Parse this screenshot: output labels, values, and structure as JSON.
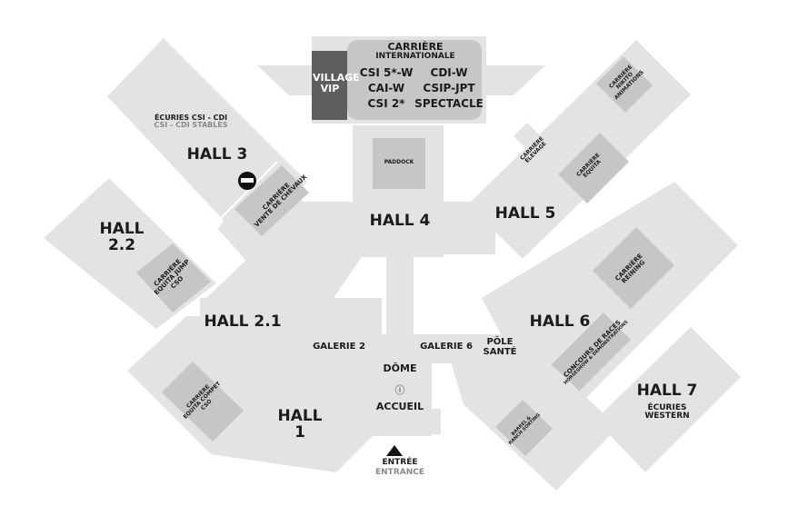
{
  "halls": {
    "hall_3": "HALL 3",
    "hall_2_2_line1": "HALL",
    "hall_2_2_line2": "2.2",
    "hall_4": "HALL 4",
    "hall_5": "HALL 5",
    "hall_2_1": "HALL 2.1",
    "hall_6": "HALL 6",
    "hall_1_line1": "HALL",
    "hall_1_line2": "1",
    "hall_7": "HALL 7"
  },
  "areas": {
    "ecuries_csi_line1": "ÉCURIES CSI - CDI",
    "ecuries_csi_line2": "CSI - CDI STABLES",
    "carriere_vente_line1": "CARRIÈRE",
    "carriere_vente_line2": "VENTE DE CHEVAUX",
    "paddock": "PADDOCK",
    "carriere_elevage_line1": "CARRIÈRE",
    "carriere_elevage_line2": "ÉLEVAGE",
    "carriere_equita_line1": "CARRIÈRE",
    "carriere_equita_line2": "EQUITA",
    "carriere_nikito_line1": "CARRIÈRE",
    "carriere_nikito_line2": "NIKITO",
    "carriere_nikito_line3": "ANIMATIONS",
    "carriere_reining_line1": "CARRIÈRE",
    "carriere_reining_line2": "REINING",
    "carriere_equita_jump_line1": "CARRIÈRE",
    "carriere_equita_jump_line2": "EQUITA JUMP",
    "carriere_equita_jump_line3": "CSO",
    "carriere_equita_compet_line1": "CARRIÈRE",
    "carriere_equita_compet_line2": "EQUITA COMPET",
    "carriere_equita_compet_line3": "CSO",
    "concours_races_line1": "CONCOURS DE RACES",
    "concours_races_line2": "HORSESHOW & DEMONSTRATIONS",
    "barrel_line1": "BARREL &",
    "barrel_line2": "RANCH SORTING",
    "ecuries_western_line1": "ÉCURIES",
    "ecuries_western_line2": "WESTERN",
    "galerie_2": "GALERIE 2",
    "galerie_6": "GALERIE 6",
    "pole_sante_line1": "PÔLE",
    "pole_sante_line2": "SANTÉ",
    "dome": "DÔME",
    "info_symbol": "ⓘ",
    "accueil": "ACCUEIL",
    "entree": "ENTRÉE",
    "entrance": "ENTRANCE"
  },
  "top": {
    "village_line1": "VILLAGE",
    "village_line2": "VIP",
    "carriere_int_line1": "CARRIÈRE",
    "carriere_int_line2": "INTERNATIONALE",
    "events_row1_left": "CSI 5*-W",
    "events_row1_right": "CDI-W",
    "events_row2_left": "CAI-W",
    "events_row2_right": "CSIP-JPT",
    "events_row3_left": "CSI 2*",
    "events_row3_right": "SPECTACLE"
  },
  "colors": {
    "floor": "#e3e3e3",
    "arena": "#c6c6c6",
    "vip": "#5e5e5e",
    "text": "#1b1b1b",
    "muted": "#8a8a8a"
  }
}
